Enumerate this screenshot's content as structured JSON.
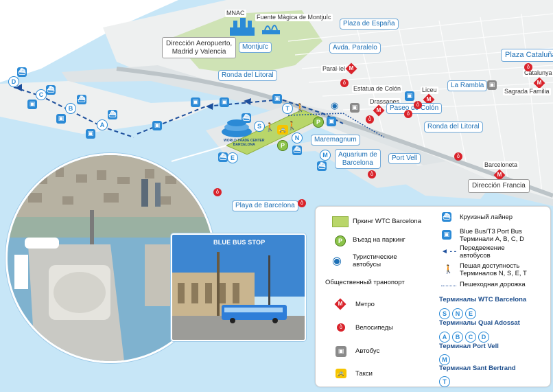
{
  "map": {
    "landmarks": {
      "mnac": "MNAC",
      "fuente": "Fuente Màgica de Montjuïc",
      "plaza_espana": "Plaza de España",
      "montjuic": "Montjuïc",
      "direccion_aeropuerto": "Dirección Aeropuerto,\nMadrid y Valencia",
      "avda_paralelo": "Avda. Paralelo",
      "parallel": "Paral·lel",
      "ronda_litoral_left": "Ronda del Litoral",
      "estatua_colon": "Estatua de Colón",
      "drassanes": "Drassanes",
      "liceu": "Liceu",
      "la_rambla": "La Rambla",
      "plaza_cataluna": "Plaza Cataluña",
      "catalunya": "Catalunya",
      "sagrada_familia": "Sagrada Familia",
      "paseo_colon": "Paseo de Colón",
      "ronda_litoral_right": "Ronda del Litoral",
      "maremagnum": "Maremagnum",
      "aquarium": "Aquarium de\nBarcelona",
      "port_vell": "Port Vell",
      "barceloneta": "Barceloneta",
      "direccion_francia": "Dirección Francia",
      "playa_barcelona": "Playa de Barcelona",
      "wtc_sign": "WORLD TRADE CENTER\nBARCELONA"
    },
    "terminals_on_map": [
      "D",
      "C",
      "B",
      "A",
      "S",
      "T",
      "N",
      "E",
      "M"
    ],
    "bus_photo_title": "BLUE BUS STOP"
  },
  "legend": {
    "parking_wtc": "Пркинг WTC Barcelona",
    "parking_entry": "Въезд на паркинг",
    "tourist_buses": "Туристические\nавтобусы",
    "public_transport": "Общественный транопорт",
    "metro": "Метро",
    "bikes": "Велосипеды",
    "bus": "Автобус",
    "taxi": "Такси",
    "cruise": "Круизный лайнер",
    "blue_bus": "Blue Bus/T3 Port Bus\nТерминали A, B, C, D",
    "bus_movement": "Передвежение\nавтобусов",
    "walking": "Пешая доступноcть\nТерминалов N, S, E, T",
    "footpath": "Пешеходная дорожка",
    "wtc_terminals_title": "Терминалы WTC Barcelona",
    "wtc_terminals": [
      "S",
      "N",
      "E"
    ],
    "adossat_title": "Терминалы Quai Adossat",
    "adossat_terminals": [
      "A",
      "B",
      "C",
      "D"
    ],
    "portvell_title": "Терминал Port Vell",
    "portvell_terminals": [
      "M"
    ],
    "santbertrand_title": "Терминал Sant Bertrand",
    "santbertrand_terminals": [
      "T"
    ]
  },
  "colors": {
    "sea": "#c7e6f7",
    "land": "#eef0f0",
    "green": "#cfe3b5",
    "route": "#1d4f9c",
    "accent": "#1c6fb5",
    "metro": "#d9232b",
    "parking": "#b9d66a"
  }
}
